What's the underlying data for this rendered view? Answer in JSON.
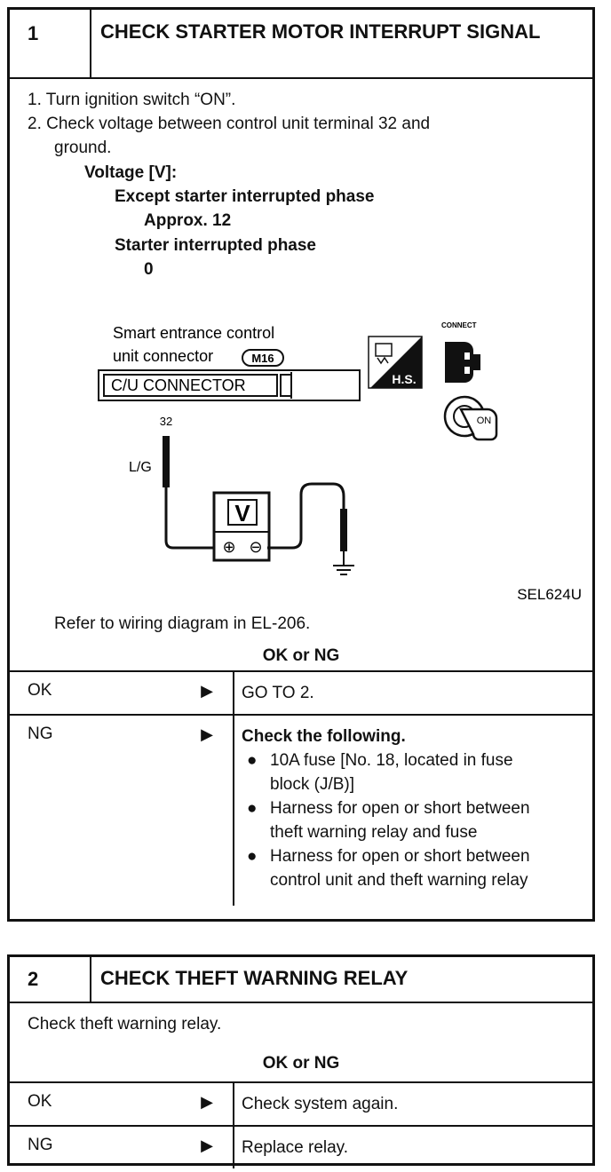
{
  "step1": {
    "number": "1",
    "title": "CHECK STARTER MOTOR INTERRUPT SIGNAL",
    "steps": [
      "1. Turn ignition switch “ON”.",
      "2. Check voltage between control unit terminal 32 and",
      "ground."
    ],
    "spec": {
      "heading": "Voltage [V]:",
      "cond1": "Except starter interrupted phase",
      "val1": "Approx. 12",
      "cond2": "Starter interrupted phase",
      "val2": "0"
    },
    "figure": {
      "connector_label_1": "Smart entrance control",
      "connector_label_2": "unit connector",
      "connector_id": "M16",
      "connector_name": "C/U CONNECTOR",
      "terminal": "32",
      "wire_color": "L/G",
      "meter": "V",
      "plus": "⊕",
      "minus": "⊖",
      "hs_label": "H.S.",
      "connect_label": "CONNECT",
      "key_label": "ON",
      "figure_id": "SEL624U"
    },
    "refer": "Refer to wiring diagram in EL-206.",
    "ok_ng": "OK or NG",
    "results": [
      {
        "result": "OK",
        "action": "GO TO 2."
      },
      {
        "result": "NG",
        "action_heading": "Check the following.",
        "bullets": [
          [
            "10A fuse [No. 18, located in fuse",
            "block (J/B)]"
          ],
          [
            "Harness for open or short between",
            "theft warning relay and fuse"
          ],
          [
            "Harness for open or short between",
            "control unit and theft warning relay"
          ]
        ]
      }
    ]
  },
  "step2": {
    "number": "2",
    "title": "CHECK THEFT WARNING RELAY",
    "instruction": "Check theft warning relay.",
    "ok_ng": "OK or NG",
    "results": [
      {
        "result": "OK",
        "action": "Check system again."
      },
      {
        "result": "NG",
        "action": "Replace relay."
      }
    ]
  },
  "arrow": "▶",
  "bullet": "●"
}
